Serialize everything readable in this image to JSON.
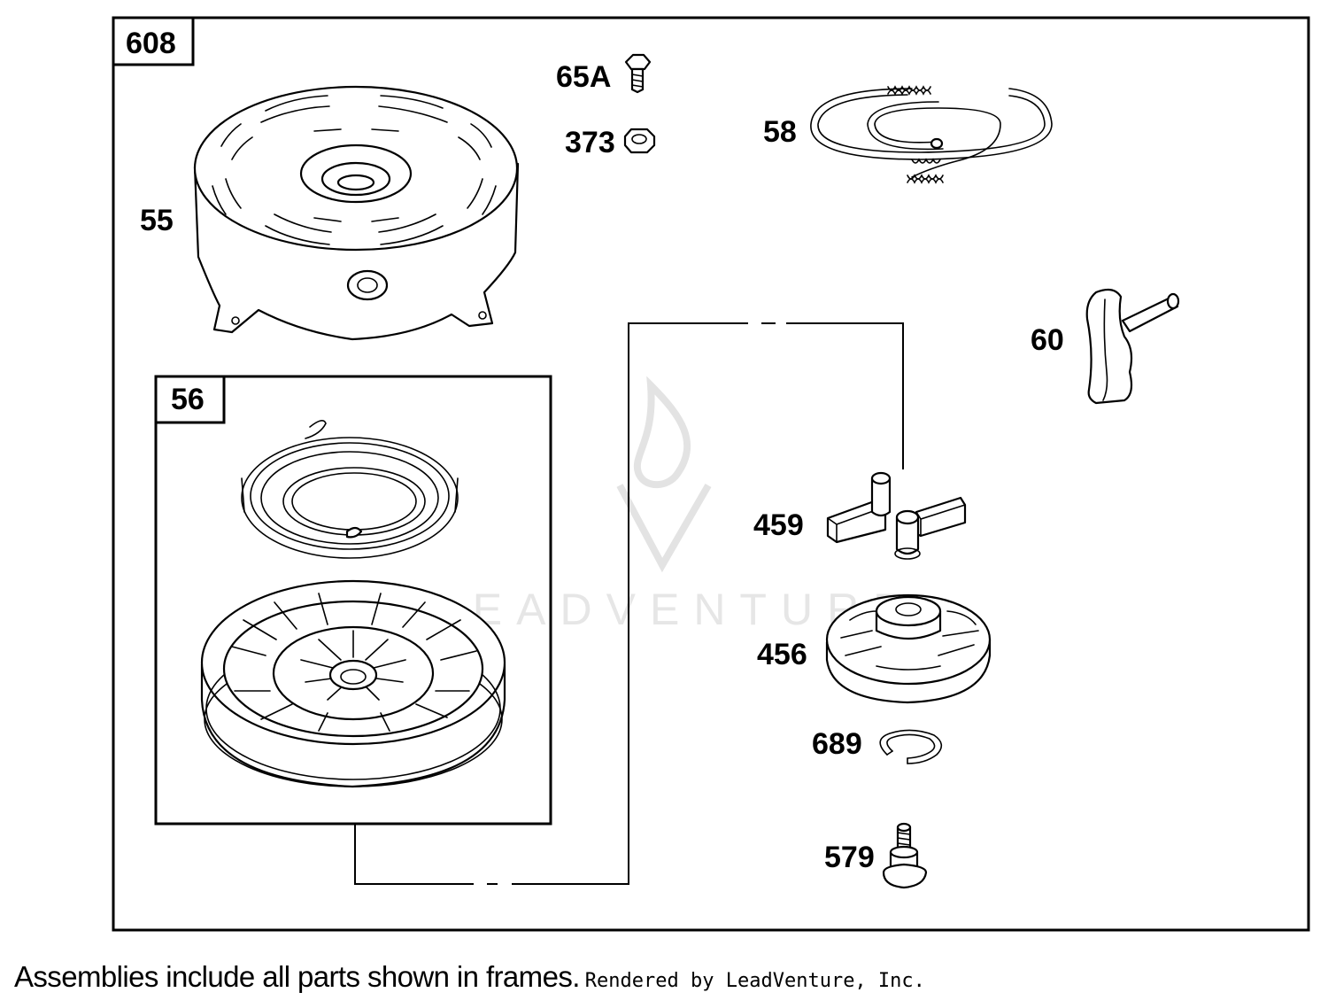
{
  "diagram": {
    "frame_labels": {
      "assembly": "608",
      "sub_assembly": "56"
    },
    "part_labels": {
      "p65a": "65A",
      "p373": "373",
      "p58": "58",
      "p55": "55",
      "p60": "60",
      "p459": "459",
      "p456": "456",
      "p689": "689",
      "p579": "579"
    },
    "watermark": "LEADVENTURE",
    "watermark_logo": "flame-v-logo"
  },
  "footer": {
    "note": "Assemblies include all parts shown in frames.",
    "credit": "Rendered by LeadVenture, Inc."
  }
}
